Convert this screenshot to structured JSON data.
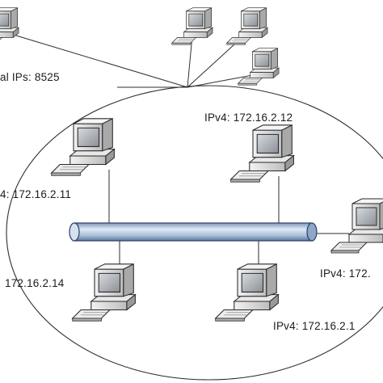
{
  "total_ips_label": "al IPs: 8525",
  "pcs": [
    {
      "label": "IPv4: 172.16.2.12"
    },
    {
      "label": "4: 172.16.2.11"
    },
    {
      "label": "IPv4: 172."
    },
    {
      "label": "172.16.2.14"
    },
    {
      "label": "IPv4: 172.16.2.1"
    }
  ],
  "icons": [
    "desktop-computer-icon",
    "network-bus-cable",
    "lan-ellipse"
  ],
  "colors": {
    "bus": "#a9c0dc",
    "bus_outline": "#2b3f63",
    "line": "#2e2e2e"
  }
}
